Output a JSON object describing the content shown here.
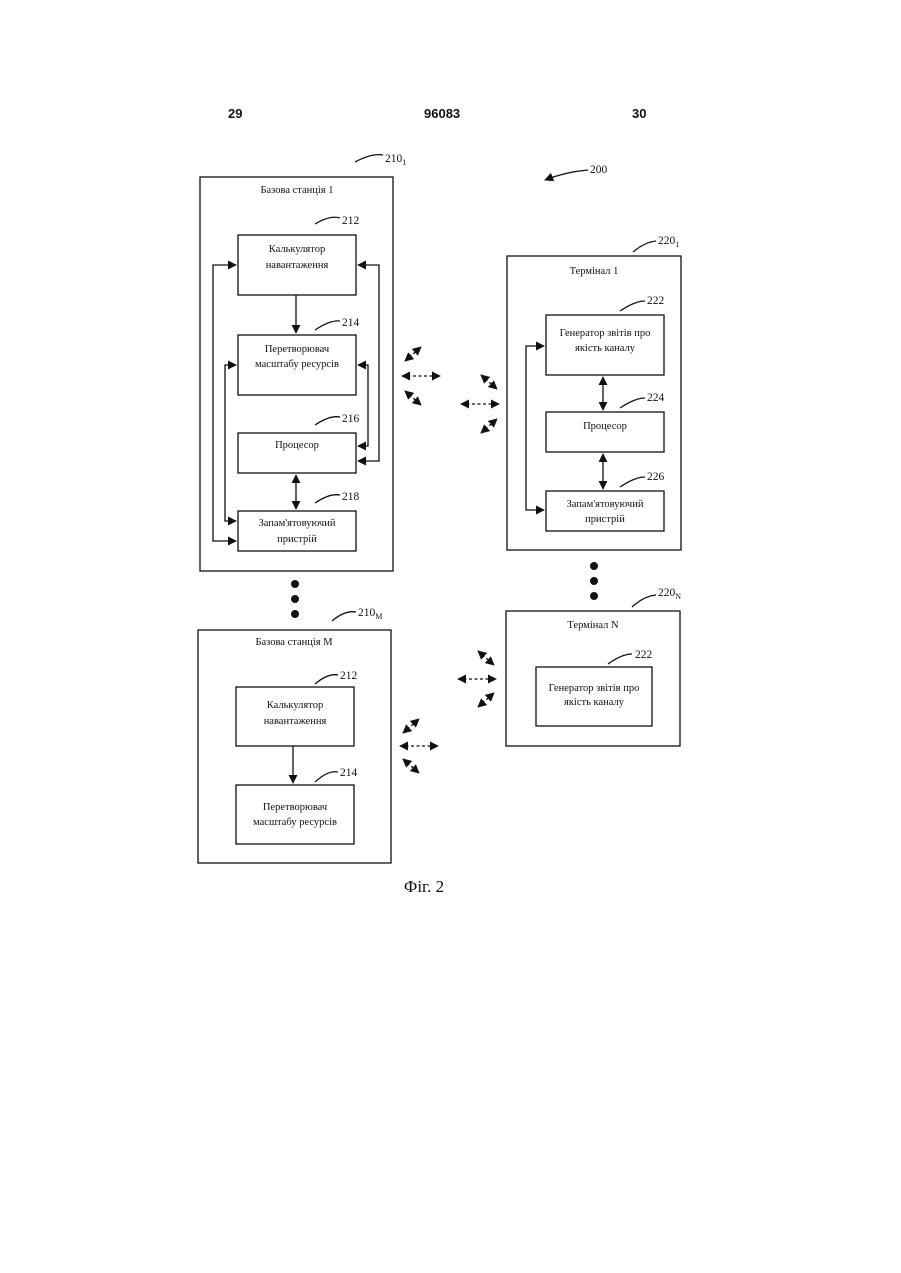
{
  "header": {
    "left_page": "29",
    "patent_number": "96083",
    "right_page": "30"
  },
  "figure": {
    "system_ref": "200",
    "caption": "Фіг. 2",
    "base_station_1": {
      "ref": "210",
      "ref_sub": "1",
      "title": "Базова станція 1",
      "load_calc": {
        "ref": "212",
        "line1": "Калькулятор",
        "line2": "навантаження"
      },
      "resource_converter": {
        "ref": "214",
        "line1": "Перетворювач",
        "line2": "масштабу ресурсів"
      },
      "processor": {
        "ref": "216",
        "line1": "Процесор"
      },
      "memory": {
        "ref": "218",
        "line1": "Запам'ятовуючий",
        "line2": "пристрій"
      }
    },
    "base_station_m": {
      "ref": "210",
      "ref_sub": "M",
      "title": "Базова станція М",
      "load_calc": {
        "ref": "212",
        "line1": "Калькулятор",
        "line2": "навантаження"
      },
      "resource_converter": {
        "ref": "214",
        "line1": "Перетворювач",
        "line2": "масштабу ресурсів"
      }
    },
    "terminal_1": {
      "ref": "220",
      "ref_sub": "1",
      "title": "Термінал 1",
      "cqi_generator": {
        "ref": "222",
        "line1": "Генератор звітів про",
        "line2": "якість каналу"
      },
      "processor": {
        "ref": "224",
        "line1": "Процесор"
      },
      "memory": {
        "ref": "226",
        "line1": "Запам'ятовуючий",
        "line2": "пристрій"
      }
    },
    "terminal_n": {
      "ref": "220",
      "ref_sub": "N",
      "title": "Термінал N",
      "cqi_generator": {
        "ref": "222",
        "line1": "Генератор звітів про",
        "line2": "якість каналу"
      }
    }
  }
}
